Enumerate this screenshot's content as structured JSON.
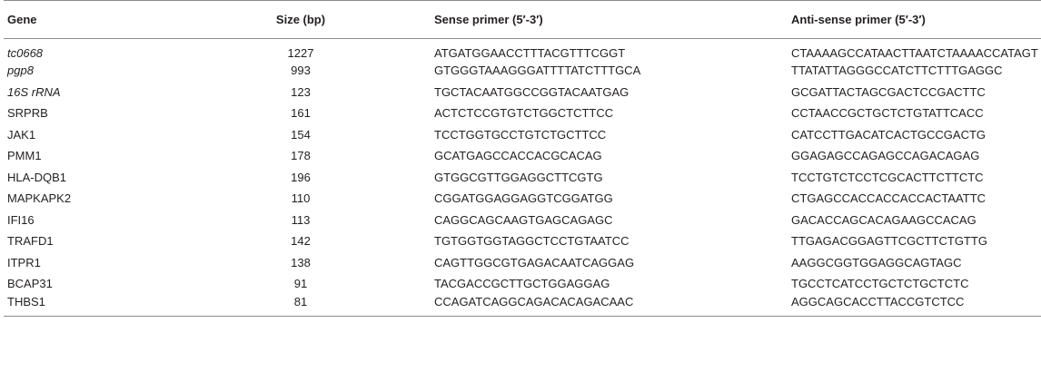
{
  "table": {
    "headers": {
      "gene": "Gene",
      "size": "Size (bp)",
      "sense": "Sense primer (5′-3′)",
      "antisense": "Anti-sense primer (5′-3′)"
    },
    "rows": [
      {
        "gene": "tc0668",
        "italic": true,
        "size": "1227",
        "sense": "ATGATGGAACCTTTACGTTTCGGT",
        "antisense": "CTAAAAGCCATAACTTAATCTAAAACCATAGT"
      },
      {
        "gene": "pgp8",
        "italic": true,
        "size": "993",
        "sense": "GTGGGTAAAGGGATTTTATCTTTGCA",
        "antisense": "TTATATTAGGGCCATCTTCTTTGAGGC"
      },
      {
        "gene": "16S rRNA",
        "italic": true,
        "size": "123",
        "sense": "TGCTACAATGGCCGGTACAATGAG",
        "antisense": "GCGATTACTAGCGACTCCGACTTC"
      },
      {
        "gene": "SRPRB",
        "italic": false,
        "size": "161",
        "sense": "ACTCTCCGTGTCTGGCTCTTCC",
        "antisense": "CCTAACCGCTGCTCTGTATTCACC"
      },
      {
        "gene": "JAK1",
        "italic": false,
        "size": "154",
        "sense": "TCCTGGTGCCTGTCTGCTTCC",
        "antisense": "CATCCTTGACATCACTGCCGACTG"
      },
      {
        "gene": "PMM1",
        "italic": false,
        "size": "178",
        "sense": "GCATGAGCCACCACGCACAG",
        "antisense": "GGAGAGCCAGAGCCAGACAGAG"
      },
      {
        "gene": "HLA-DQB1",
        "italic": false,
        "size": "196",
        "sense": "GTGGCGTTGGAGGCTTCGTG",
        "antisense": "TCCTGTCTCCTCGCACTTCTTCTC"
      },
      {
        "gene": "MAPKAPK2",
        "italic": false,
        "size": "110",
        "sense": "CGGATGGAGGAGGTCGGATGG",
        "antisense": "CTGAGCCACCACCACCACTAATTC"
      },
      {
        "gene": "IFI16",
        "italic": false,
        "size": "113",
        "sense": "CAGGCAGCAAGTGAGCAGAGC",
        "antisense": "GACACCAGCACAGAAGCCACAG"
      },
      {
        "gene": "TRAFD1",
        "italic": false,
        "size": "142",
        "sense": "TGTGGTGGTAGGCTCCTGTAATCC",
        "antisense": "TTGAGACGGAGTTCGCTTCTGTTG"
      },
      {
        "gene": "ITPR1",
        "italic": false,
        "size": "138",
        "sense": "CAGTTGGCGTGAGACAATCAGGAG",
        "antisense": "AAGGCGGTGGAGGCAGTAGC"
      },
      {
        "gene": "BCAP31",
        "italic": false,
        "size": "91",
        "sense": "TACGACCGCTTGCTGGAGGAG",
        "antisense": "TGCCTCATCCTGCTCTGCTCTC"
      },
      {
        "gene": "THBS1",
        "italic": false,
        "size": "81",
        "sense": "CCAGATCAGGCAGACACAGACAAC",
        "antisense": "AGGCAGCACCTTACCGTCTCC"
      }
    ]
  }
}
